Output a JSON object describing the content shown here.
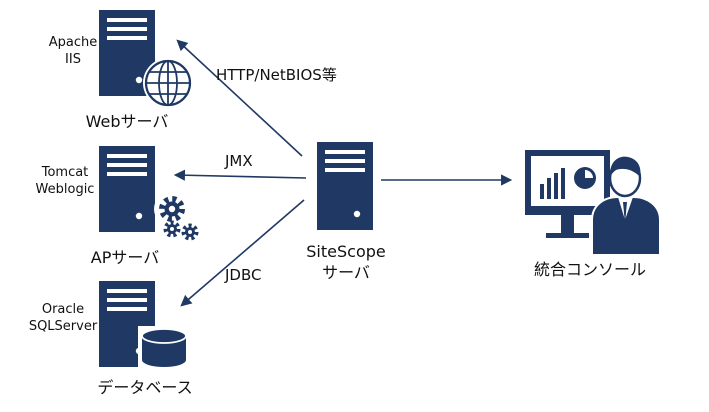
{
  "colors": {
    "primary": "#1f3864",
    "text": "#111111",
    "background": "#ffffff"
  },
  "nodes": {
    "web": {
      "products": [
        "Apache",
        "IIS"
      ],
      "label": "Webサーバ",
      "icon": "server-with-globe-icon"
    },
    "ap": {
      "products": [
        "Tomcat",
        "Weblogic"
      ],
      "label": "APサーバ",
      "icon": "server-with-gears-icon"
    },
    "db": {
      "products": [
        "Oracle",
        "SQLServer"
      ],
      "label": "データベース",
      "icon": "server-with-database-icon"
    },
    "sitescope": {
      "label_line1": "SiteScope",
      "label_line2": "サーバ",
      "icon": "server-icon"
    },
    "console": {
      "label": "統合コンソール",
      "icon": "operator-with-monitor-icon"
    }
  },
  "connections": {
    "web": "HTTP/NetBIOS等",
    "ap": "JMX",
    "db": "JDBC"
  }
}
